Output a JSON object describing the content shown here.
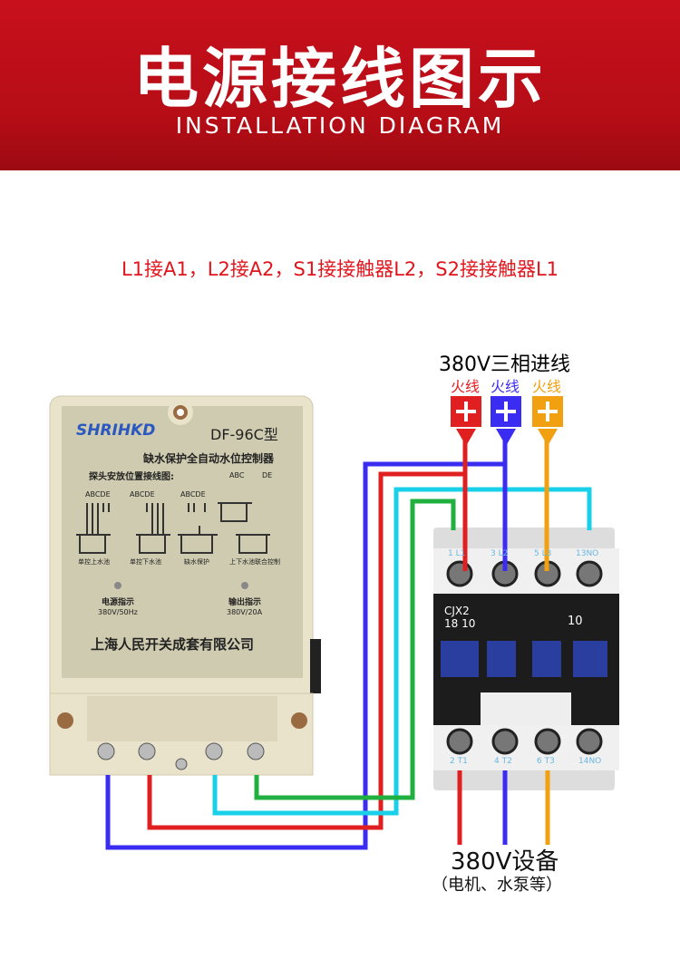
{
  "header": {
    "title": "电源接线图示",
    "subtitle": "INSTALLATION DIAGRAM"
  },
  "note": "L1接A1，L2接A2，S1接接触器L2，S2接接触器L1",
  "supply": {
    "label": "380V三相进线",
    "phases": [
      "火线",
      "火线",
      "火线"
    ],
    "colors": [
      "#e02020",
      "#3a2cf0",
      "#f0a010"
    ]
  },
  "controller": {
    "brand": "SHRIHKD",
    "model": "DF-96C型",
    "name": "缺水保护全自动水位控制器",
    "probe_title": "探头安放位置接线图:",
    "letters5": "ABCDE",
    "letters_abc": "ABC",
    "letters_de": "DE",
    "modes": [
      "单控上水池",
      "单控下水池",
      "缺水保护",
      "上下水池联合控制"
    ],
    "power_label": "电源指示",
    "power_spec": "380V/50Hz",
    "output_label": "输出指示",
    "output_spec": "380V/20A",
    "maker": "上海人民开关成套有限公司"
  },
  "contactor": {
    "model": "CJX2",
    "model2": "18 10",
    "code": "10",
    "top": [
      "1 L1",
      "3 L2",
      "5 L3",
      "13NO"
    ],
    "bottom": [
      "2 T1",
      "4 T2",
      "6 T3",
      "14NO"
    ]
  },
  "load": {
    "label": "380V设备",
    "sub": "（电机、水泵等）"
  },
  "wire_colors": {
    "red": "#e02020",
    "blue": "#3a2cf0",
    "cyan": "#18d0e8",
    "green": "#20b040",
    "orange": "#f0a010"
  }
}
